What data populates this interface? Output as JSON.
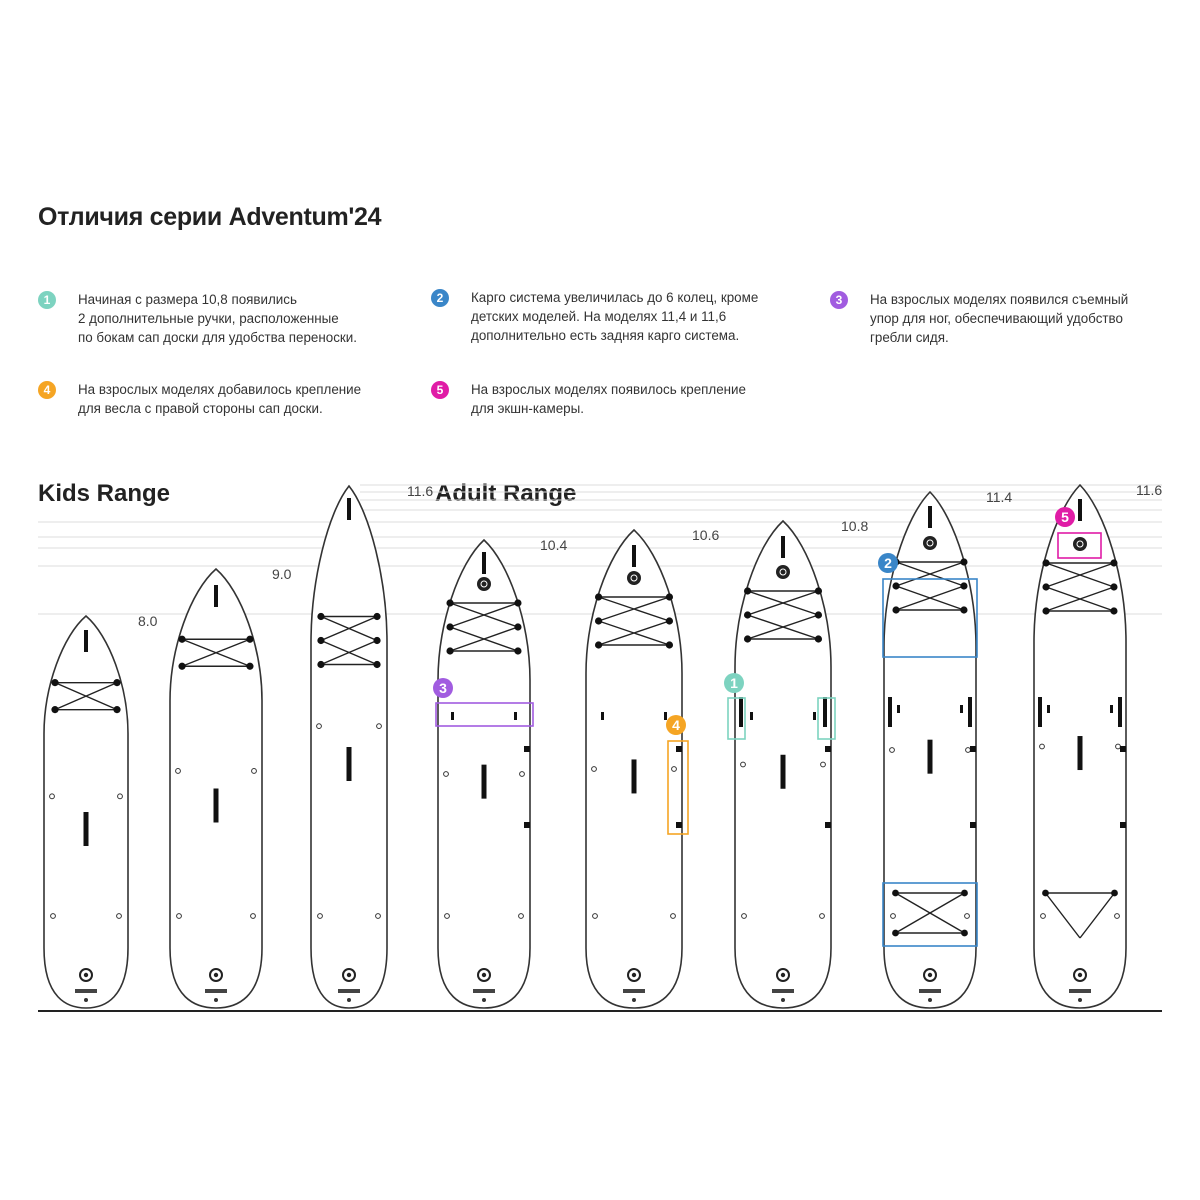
{
  "title": "Отличия серии Adventum'24",
  "notes": [
    {
      "num": "1",
      "color": "#7dd3c0",
      "lines": [
        "Начиная с размера 10,8 появились",
        "2 дополнительные ручки, расположенные",
        "по бокам сап доски для удобства переноски."
      ]
    },
    {
      "num": "2",
      "color": "#3a86c8",
      "lines": [
        "Карго система увеличилась до 6 колец, кроме",
        "детских моделей. На моделях 11,4 и 11,6",
        "дополнительно есть задняя карго система."
      ]
    },
    {
      "num": "3",
      "color": "#a15ce0",
      "lines": [
        "На взрослых моделях появился съемный",
        "упор для ног, обеспечивающий удобство",
        "гребли сидя."
      ]
    },
    {
      "num": "4",
      "color": "#f5a524",
      "lines": [
        "На взрослых моделях добавилось крепление",
        "для весла с правой стороны сап доски."
      ]
    },
    {
      "num": "5",
      "color": "#e01ca6",
      "lines": [
        "На взрослых моделях появилось крепление",
        "для экшн-камеры."
      ]
    }
  ],
  "ranges": {
    "kids": "Kids Range",
    "adult": "Adult Range"
  },
  "boards": [
    {
      "size": "8.0",
      "group": "kids"
    },
    {
      "size": "9.0",
      "group": "kids"
    },
    {
      "size": "11.6",
      "group": "kids"
    },
    {
      "size": "10.4",
      "group": "adult"
    },
    {
      "size": "10.6",
      "group": "adult"
    },
    {
      "size": "10.8",
      "group": "adult"
    },
    {
      "size": "11.4",
      "group": "adult"
    },
    {
      "size": "11.6",
      "group": "adult"
    }
  ]
}
